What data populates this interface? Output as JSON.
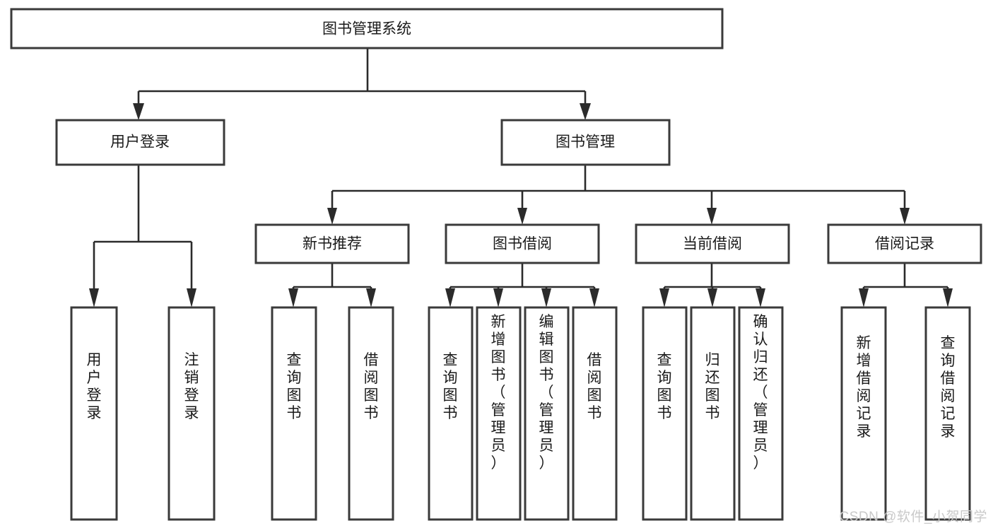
{
  "diagram": {
    "type": "tree-hierarchy",
    "title": "图书管理系统",
    "watermark": "CSDN @软件_小贺同学",
    "nodes": {
      "root": {
        "label": "图书管理系统"
      },
      "level2": [
        {
          "id": "user-login",
          "label": "用户登录"
        },
        {
          "id": "book-manage",
          "label": "图书管理"
        }
      ],
      "level3": [
        {
          "id": "new-book-recommend",
          "label": "新书推荐"
        },
        {
          "id": "book-borrow",
          "label": "图书借阅"
        },
        {
          "id": "current-borrow",
          "label": "当前借阅"
        },
        {
          "id": "borrow-record",
          "label": "借阅记录"
        }
      ],
      "leaves": [
        {
          "id": "leaf-user-login",
          "label": "用户登录",
          "parent": "user-login"
        },
        {
          "id": "leaf-logout-login",
          "label": "注销登录",
          "parent": "user-login"
        },
        {
          "id": "leaf-query-book-1",
          "label": "查询图书",
          "parent": "new-book-recommend"
        },
        {
          "id": "leaf-borrow-book-1",
          "label": "借阅图书",
          "parent": "new-book-recommend"
        },
        {
          "id": "leaf-query-book-2",
          "label": "查询图书",
          "parent": "book-borrow"
        },
        {
          "id": "leaf-add-book",
          "label": "新增图书（管理员）",
          "parent": "book-borrow"
        },
        {
          "id": "leaf-edit-book",
          "label": "编辑图书（管理员）",
          "parent": "book-borrow"
        },
        {
          "id": "leaf-borrow-book-2",
          "label": "借阅图书",
          "parent": "book-borrow"
        },
        {
          "id": "leaf-query-book-3",
          "label": "查询图书",
          "parent": "current-borrow"
        },
        {
          "id": "leaf-return-book",
          "label": "归还图书",
          "parent": "current-borrow"
        },
        {
          "id": "leaf-confirm-return",
          "label": "确认归还（管理员）",
          "parent": "current-borrow"
        },
        {
          "id": "leaf-add-record",
          "label": "新增借阅记录",
          "parent": "borrow-record"
        },
        {
          "id": "leaf-query-record",
          "label": "查询借阅记录",
          "parent": "borrow-record"
        }
      ]
    },
    "colors": {
      "box_stroke": "#3a3a3a",
      "connector": "#2b2b2b",
      "background": "#ffffff",
      "text": "#1a1a1a",
      "watermark": "#c9c9c9"
    }
  }
}
